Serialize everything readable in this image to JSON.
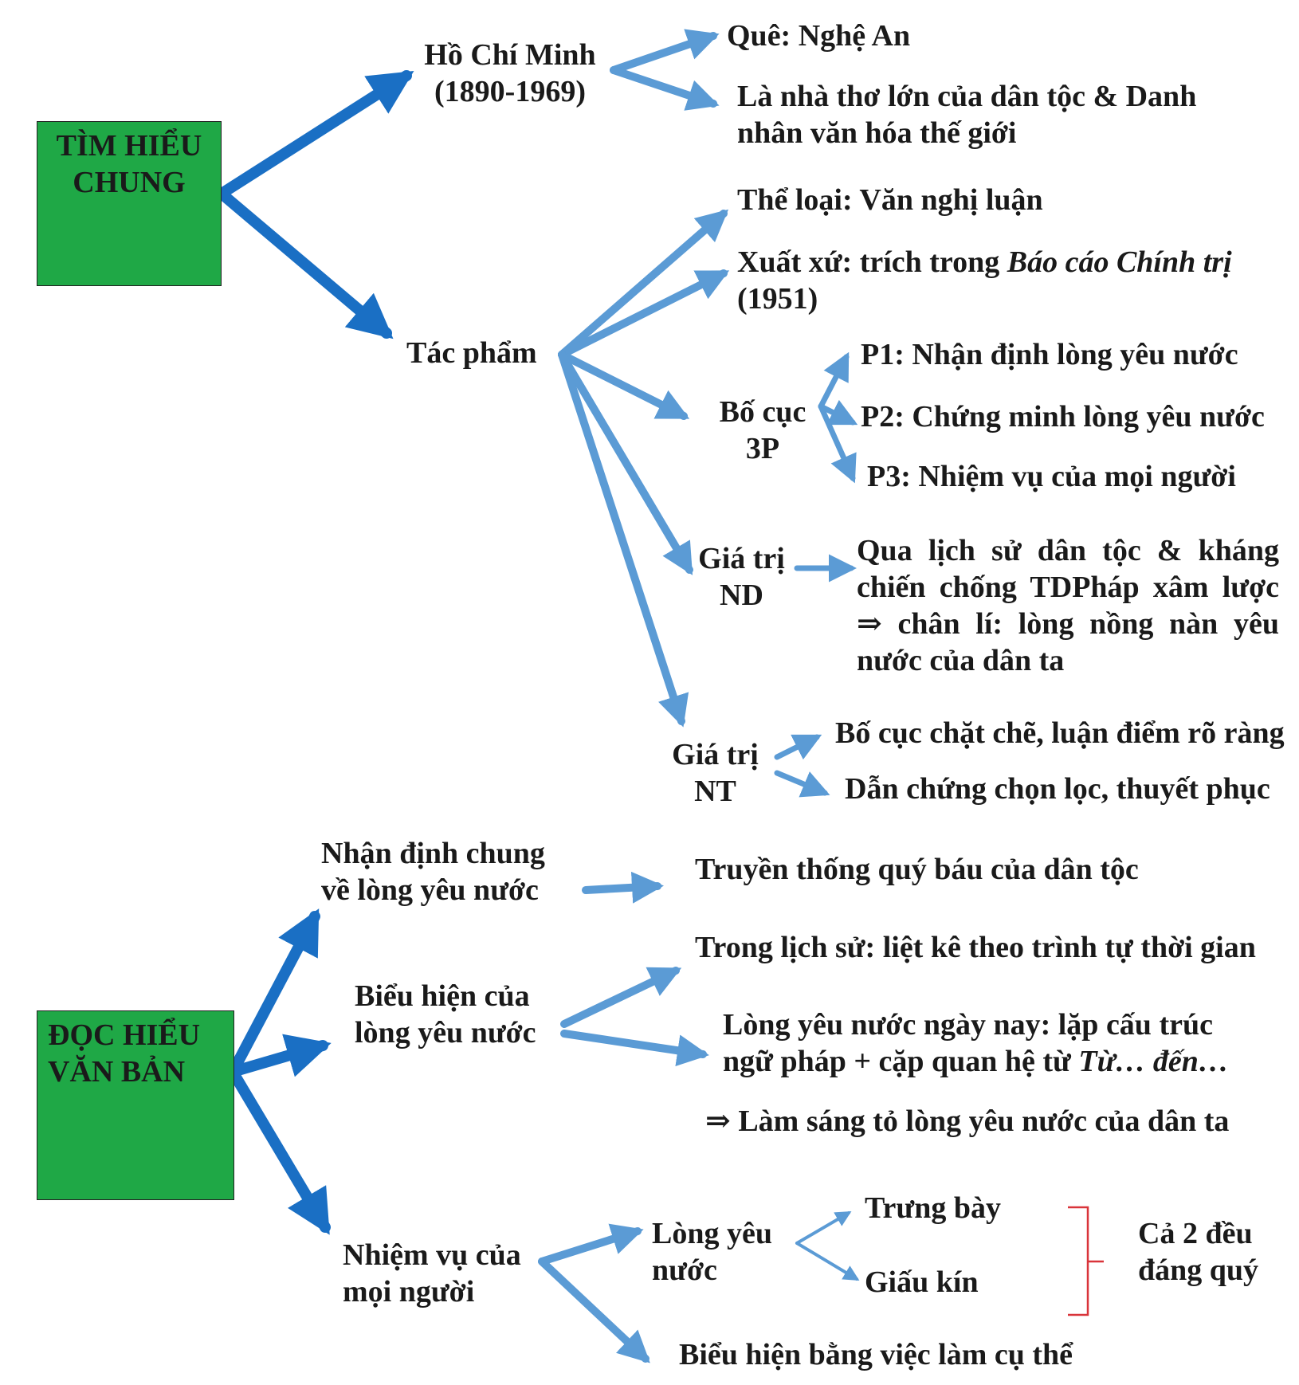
{
  "sections": {
    "tim_hieu_chung": [
      "TÌM HIỂU",
      "CHUNG"
    ],
    "doc_hieu_van_ban": [
      "ĐỌC HIỂU",
      "VĂN BẢN"
    ]
  },
  "author": {
    "name": "Hồ Chí Minh",
    "years": "(1890-1969)",
    "que": "Quê: Nghệ An",
    "desc": [
      "Là nhà thơ lớn của dân tộc & Danh",
      "nhân văn hóa thế giới"
    ]
  },
  "work": {
    "label": "Tác phẩm",
    "the_loai": "Thể loại: Văn nghị luận",
    "xuat_xu_prefix": "Xuất xứ: trích trong ",
    "xuat_xu_title": "Báo cáo Chính trị",
    "xuat_xu_year": "(1951)",
    "bo_cuc": [
      "Bố cục",
      "3P"
    ],
    "parts": [
      "P1: Nhận định lòng yêu nước",
      "P2: Chứng minh lòng yêu nước",
      "P3: Nhiệm vụ của mọi người"
    ],
    "gia_tri_nd": [
      "Giá trị",
      "ND"
    ],
    "nd_text": [
      "Qua lịch sử dân tộc & kháng",
      "chiến chống TDPháp xâm lược",
      "⇒ chân lí: lòng nồng nàn yêu",
      "nước của dân ta"
    ],
    "gia_tri_nt": [
      "Giá trị",
      "NT"
    ],
    "nt_items": [
      "Bố cục chặt chẽ, luận điểm rõ ràng",
      "Dẫn chứng chọn lọc, thuyết phục"
    ]
  },
  "reading": {
    "nhan_dinh": [
      "Nhận định chung",
      "về lòng yêu nước"
    ],
    "truyen_thong": "Truyền thống quý báu của dân tộc",
    "bieu_hien": [
      "Biểu hiện của",
      "lòng yêu nước"
    ],
    "trong_lich_su": "Trong lịch sử: liệt kê theo trình tự thời gian",
    "ngay_nay_1": "Lòng yêu nước ngày nay: lặp cấu trúc",
    "ngay_nay_2_prefix": "ngữ pháp + cặp quan hệ từ ",
    "ngay_nay_2_italic": "Từ… đến…",
    "lam_sang_to": "⇒ Làm sáng tỏ lòng yêu nước của dân ta",
    "nhiem_vu": [
      "Nhiệm vụ của",
      "mọi người"
    ],
    "long_yeu_nuoc": [
      "Lòng yêu",
      "nước"
    ],
    "trung_bay": "Trưng bày",
    "giau_kin": "Giấu kín",
    "ca_hai": [
      "Cả 2 đều",
      "đáng quý"
    ],
    "bieu_hien_viec_lam": "Biểu hiện bằng việc làm cụ thể"
  },
  "colors": {
    "box_green": "#1fa846",
    "arrow_dark": "#1a6fc4",
    "arrow_light": "#5b9bd5",
    "brace_red": "#d9343a"
  }
}
